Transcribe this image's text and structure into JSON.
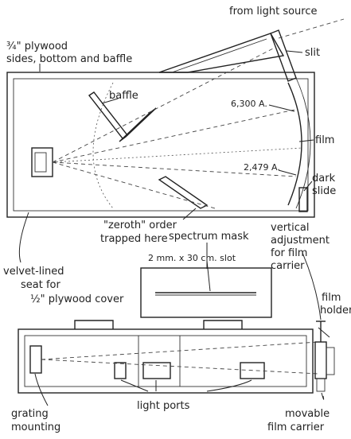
{
  "labels": {
    "from_light_source": "from light source",
    "slit": "slit",
    "plywood_line1": "¾\" plywood",
    "plywood_line2": "sides, bottom and baffle",
    "baffle": "baffle",
    "wavelength_high": "6,300 A.",
    "film": "film",
    "wavelength_low": "2,479 A.",
    "dark_slide_line1": "dark",
    "dark_slide_line2": "slide",
    "zeroth_line1": "\"zeroth\" order",
    "zeroth_line2": "trapped here",
    "spectrum_mask": "spectrum mask",
    "vertical_adj_line1": "vertical",
    "vertical_adj_line2": "adjustment",
    "vertical_adj_line3": "for film",
    "vertical_adj_line4": "carrier",
    "slot": "2 mm. x 30 cm. slot",
    "velvet_line1": "velvet-lined",
    "velvet_line2": "seat for",
    "velvet_line3": "½\" plywood cover",
    "film_holder_line1": "film",
    "film_holder_line2": "holder",
    "grating_line1": "grating",
    "grating_line2": "mounting",
    "light_ports": "light ports",
    "movable_line1": "movable",
    "movable_line2": "film carrier"
  }
}
